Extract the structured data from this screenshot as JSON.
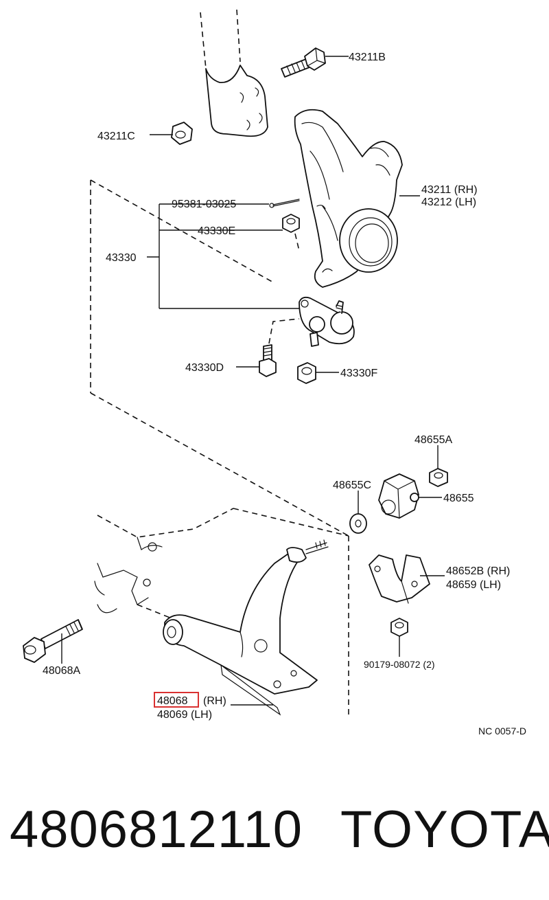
{
  "diagram": {
    "labels": {
      "l_43211B": "43211B",
      "l_43211C": "43211C",
      "l_43211_rh": "43211 (RH)",
      "l_43212_lh": "43212 (LH)",
      "l_95381": "95381-03025",
      "l_43330E": "43330E",
      "l_43330": "43330",
      "l_43330D": "43330D",
      "l_43330F": "43330F",
      "l_48655A": "48655A",
      "l_48655C": "48655C",
      "l_48655": "48655",
      "l_48652B_rh": "48652B (RH)",
      "l_48659_lh": "48659   (LH)",
      "l_90179": "90179-08072 (2)",
      "l_48068A": "48068A",
      "l_48068": "48068",
      "l_rh": "(RH)",
      "l_48069_lh": "48069 (LH)",
      "l_code": "NC 0057-D"
    },
    "highlight_color": "#d93030"
  },
  "footer": {
    "part_number": "4806812110",
    "brand": "TOYOTA"
  }
}
